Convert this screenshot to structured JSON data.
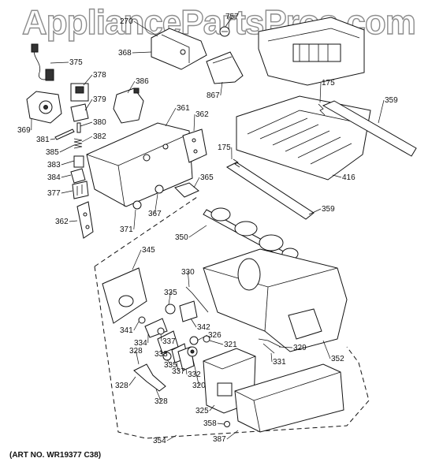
{
  "watermark": {
    "text": "AppliancePartsPros.com"
  },
  "art_number": "(ART NO. WR19377 C38)",
  "labels": [
    {
      "id": "270",
      "text": "270"
    },
    {
      "id": "757",
      "text": "757"
    },
    {
      "id": "368",
      "text": "368"
    },
    {
      "id": "867",
      "text": "867"
    },
    {
      "id": "375",
      "text": "375"
    },
    {
      "id": "378",
      "text": "378"
    },
    {
      "id": "386",
      "text": "386"
    },
    {
      "id": "379",
      "text": "379"
    },
    {
      "id": "361",
      "text": "361"
    },
    {
      "id": "362a",
      "text": "362"
    },
    {
      "id": "380",
      "text": "380"
    },
    {
      "id": "369",
      "text": "369"
    },
    {
      "id": "381",
      "text": "381"
    },
    {
      "id": "382",
      "text": "382"
    },
    {
      "id": "385",
      "text": "385"
    },
    {
      "id": "383",
      "text": "383"
    },
    {
      "id": "384",
      "text": "384"
    },
    {
      "id": "377",
      "text": "377"
    },
    {
      "id": "362b",
      "text": "362"
    },
    {
      "id": "365",
      "text": "365"
    },
    {
      "id": "367",
      "text": "367"
    },
    {
      "id": "371",
      "text": "371"
    },
    {
      "id": "175a",
      "text": "175"
    },
    {
      "id": "359a",
      "text": "359"
    },
    {
      "id": "175b",
      "text": "175"
    },
    {
      "id": "416",
      "text": "416"
    },
    {
      "id": "359b",
      "text": "359"
    },
    {
      "id": "350",
      "text": "350"
    },
    {
      "id": "345",
      "text": "345"
    },
    {
      "id": "330",
      "text": "330"
    },
    {
      "id": "335a",
      "text": "335"
    },
    {
      "id": "341",
      "text": "341"
    },
    {
      "id": "342",
      "text": "342"
    },
    {
      "id": "334",
      "text": "334"
    },
    {
      "id": "337a",
      "text": "337"
    },
    {
      "id": "326",
      "text": "326"
    },
    {
      "id": "321",
      "text": "321"
    },
    {
      "id": "329",
      "text": "329"
    },
    {
      "id": "328a",
      "text": "328"
    },
    {
      "id": "333",
      "text": "333"
    },
    {
      "id": "335b",
      "text": "335"
    },
    {
      "id": "337b",
      "text": "337"
    },
    {
      "id": "332",
      "text": "332"
    },
    {
      "id": "320",
      "text": "320"
    },
    {
      "id": "331",
      "text": "331"
    },
    {
      "id": "352",
      "text": "352"
    },
    {
      "id": "328b",
      "text": "328"
    },
    {
      "id": "328c",
      "text": "328"
    },
    {
      "id": "325",
      "text": "325"
    },
    {
      "id": "358",
      "text": "358"
    },
    {
      "id": "354",
      "text": "354"
    },
    {
      "id": "387",
      "text": "387"
    }
  ]
}
